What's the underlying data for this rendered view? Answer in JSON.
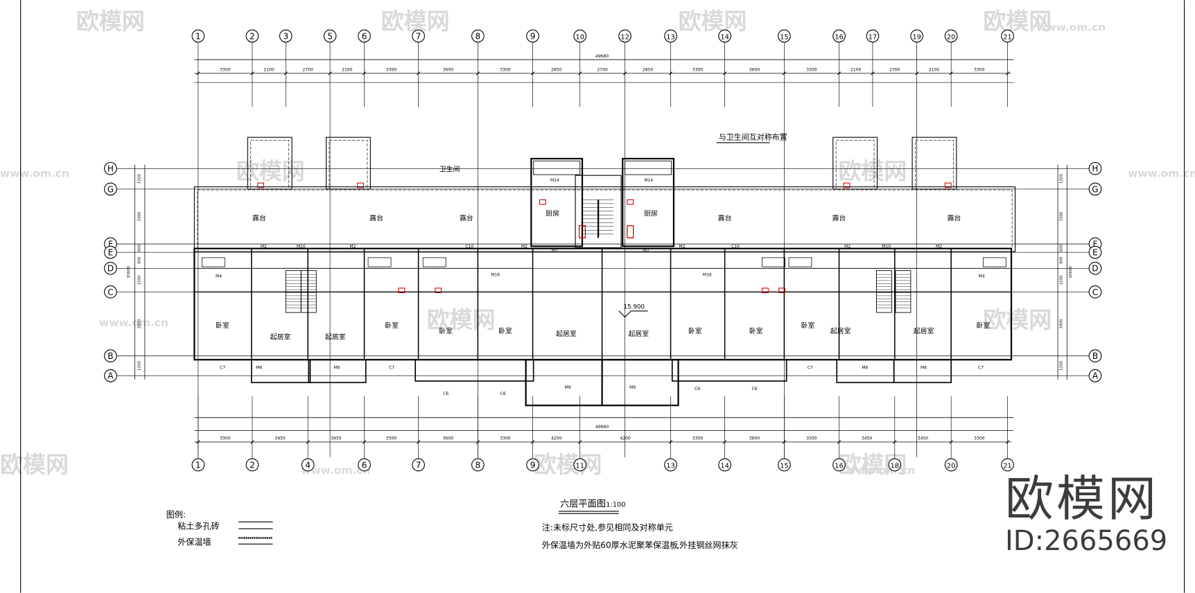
{
  "drawing": {
    "title": "六层平面图",
    "scale": "1:100",
    "elevation_mark": "15.900",
    "symmetric_note": "与卫生间互对称布置",
    "total_length": "49680",
    "axes_top": [
      "1",
      "2",
      "3",
      "5",
      "6",
      "7",
      "8",
      "9",
      "10",
      "12",
      "13",
      "14",
      "15",
      "16",
      "17",
      "19",
      "20",
      "21"
    ],
    "axes_bottom": [
      "1",
      "2",
      "4",
      "6",
      "7",
      "8",
      "9",
      "11",
      "13",
      "14",
      "15",
      "16",
      "18",
      "20",
      "21"
    ],
    "axes_rows": [
      "H",
      "G",
      "F",
      "E",
      "D",
      "C",
      "B",
      "A"
    ],
    "dims_top": [
      "3300",
      "2100",
      "2700",
      "2100",
      "3300",
      "3600",
      "3300",
      "2850",
      "2700",
      "2850",
      "3300",
      "3600",
      "3300",
      "2100",
      "2700",
      "2100",
      "3300"
    ],
    "dims_bottom": [
      "3300",
      "3450",
      "3450",
      "3300",
      "3600",
      "3300",
      "4200",
      "4200",
      "3300",
      "3600",
      "3300",
      "3450",
      "3450",
      "3300"
    ],
    "dims_rows": [
      "1200",
      "3300",
      "600",
      "900",
      "1500",
      "3900",
      "1200"
    ],
    "total_depth": "15600",
    "rooms": [
      "露台",
      "露台",
      "露台",
      "露台",
      "露台",
      "露台",
      "厨房",
      "厨房",
      "卧室",
      "起居室",
      "起居室",
      "卧室",
      "卧室",
      "卧室",
      "起居室",
      "起居室",
      "卧室",
      "卧室",
      "卧室",
      "起居室",
      "起居室",
      "卧室",
      "卫生间"
    ],
    "tags": [
      "M14",
      "M14",
      "M7",
      "M7",
      "M9",
      "M9",
      "M6",
      "M6",
      "M6",
      "M6",
      "C7",
      "C7",
      "C7",
      "C7",
      "C6",
      "C6",
      "C6",
      "C6",
      "C10",
      "C10",
      "M10",
      "M10",
      "M2",
      "M2",
      "M2",
      "M2",
      "M2",
      "M2",
      "M4",
      "M4",
      "M16",
      "M16"
    ]
  },
  "legend": {
    "heading": "图例:",
    "items": [
      "粘土多孔砖",
      "外保温墙"
    ]
  },
  "notes": {
    "line1": "注:未标尺寸处,参见相同及对称单元",
    "line2a": "外保温墙为外贴60厚水泥聚苯保温板",
    "line2b": ",外挂钢丝网抹灰"
  },
  "watermark": {
    "brand": "欧模网",
    "url": "www.om.cn",
    "id": "ID:2665669"
  }
}
